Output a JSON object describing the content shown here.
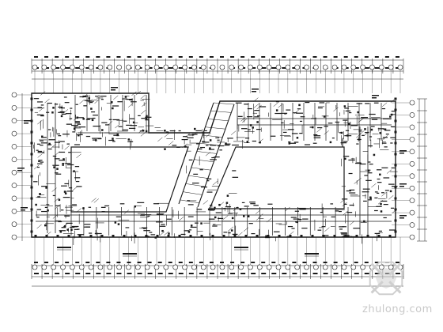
{
  "drawing": {
    "line_color": "#1a1a1a",
    "watermark_color": "#cfcfcf"
  },
  "grid": {
    "top_bubbles": 40,
    "bottom_bubbles": 40,
    "left_bubbles": 12,
    "right_bubbles": 12,
    "lower_span_count": 22
  },
  "watermark": {
    "text": "zhulong.com",
    "logo": "zhulong-logo"
  }
}
